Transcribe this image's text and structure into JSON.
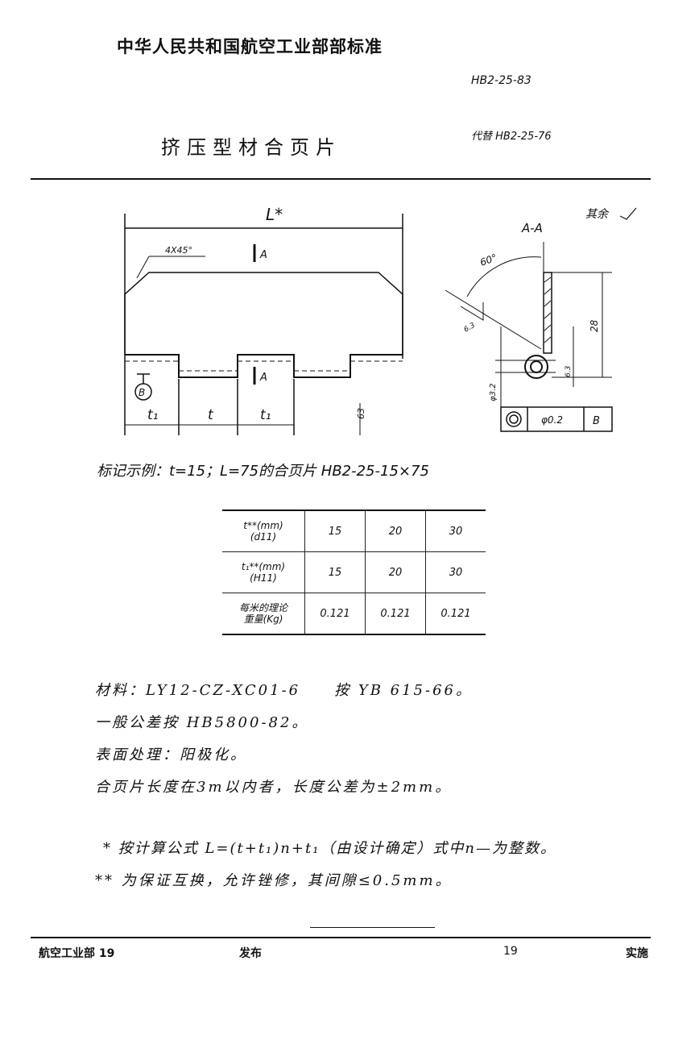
{
  "header": {
    "organization": "中华人民共和国航空工业部部标准",
    "standard_code": "HB2-25-83",
    "replaces": "代替 HB2-25-76",
    "title": "挤压型材合页片"
  },
  "drawing": {
    "length_label": "L*",
    "chamfer_label": "4X45°",
    "section_marker": "A",
    "datum_label": "B",
    "dim_t1": "t₁",
    "dim_t": "t",
    "roughness_left": "63",
    "section_title": "A-A",
    "other_surfaces": "其余",
    "angle": "60°",
    "roughness_right": "6.3",
    "height": "28",
    "hole_dim": "6.3",
    "diameter": "φ3.2",
    "tolerance_value": "φ0.2",
    "tolerance_datum": "B"
  },
  "example": "标记示例：t=15；L=75的合页片 HB2-25-15×75",
  "table": {
    "rows": [
      {
        "header": [
          "t**(mm)",
          "(d11)"
        ],
        "values": [
          "15",
          "20",
          "30"
        ]
      },
      {
        "header": [
          "t₁**(mm)",
          "(H11)"
        ],
        "values": [
          "15",
          "20",
          "30"
        ]
      },
      {
        "header": [
          "每米的理论",
          "重量(Kg)"
        ],
        "values": [
          "0.121",
          "0.121",
          "0.121"
        ]
      }
    ]
  },
  "notes": [
    "材料：LY12-CZ-XC01-6　　按 YB 615-66。",
    "一般公差按 HB5800-82。",
    "表面处理：阳极化。",
    "合页片长度在3m以内者，长度公差为±2mm。",
    "* 按计算公式 L=(t+t₁)n+t₁（由设计确定）式中n—为整数。",
    "** 为保证互换，允许锉修，其间隙≤0.5mm。"
  ],
  "footer": {
    "issuer": "航空工业部 19",
    "issued": "发布",
    "year": "19",
    "effective": "实施"
  }
}
